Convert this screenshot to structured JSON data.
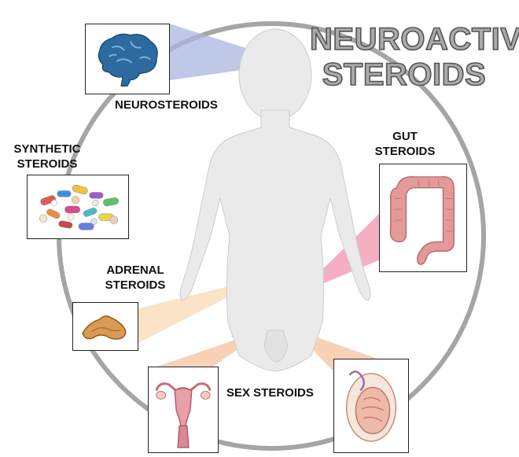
{
  "title": {
    "line1": "NEUROACTIVE",
    "line2": "STEROIDS"
  },
  "categories": {
    "neuro": "NEUROSTEROIDS",
    "synthetic_line1": "SYNTHETIC",
    "synthetic_line2": "STEROIDS",
    "gut_line1": "GUT",
    "gut_line2": "STEROIDS",
    "adrenal_line1": "ADRENAL",
    "adrenal_line2": "STEROIDS",
    "sex": "SEX STEROIDS"
  },
  "colors": {
    "circle": "#a5a5a5",
    "body": "#eaeaea",
    "brain": "#2d6a9f",
    "gut": "#e59a9a",
    "adrenal": "#d99a55",
    "neuro_beam": "#a9b6dd",
    "gut_beam": "#f29bb3",
    "adrenal_beam": "#f9dcb9",
    "sex_beam": "#f7c6a5"
  },
  "icons": [
    "brain-icon",
    "pills-icon",
    "intestine-icon",
    "adrenal-gland-icon",
    "uterus-icon",
    "testis-icon"
  ]
}
